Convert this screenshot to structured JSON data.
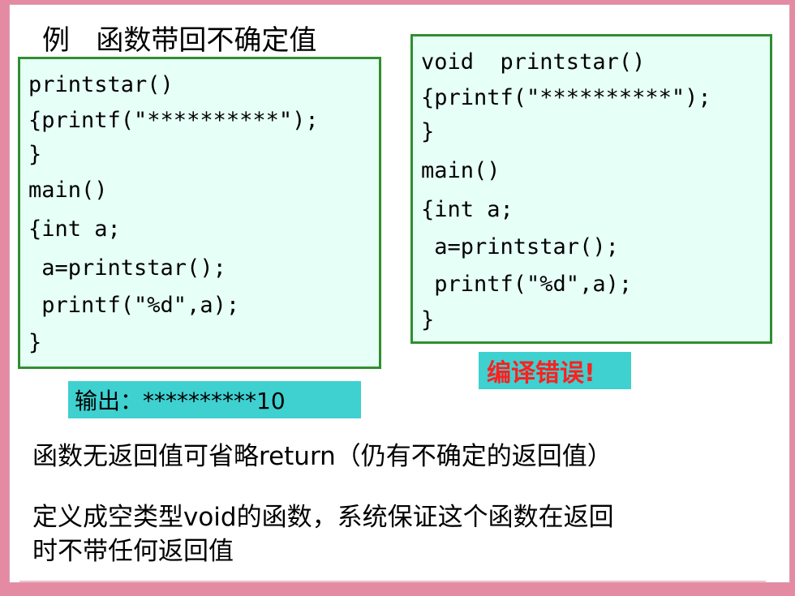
{
  "slide_title": "例   函数带回不确定值",
  "left_code": [
    "printstar()",
    "{printf(\"**********\");",
    "}",
    "main()",
    "{int a;",
    " a=printstar();",
    " printf(\"%d\",a);",
    "}"
  ],
  "right_code": [
    "void  printstar()",
    "{printf(\"**********\");",
    "}",
    "main()",
    "{int a;",
    " a=printstar();",
    " printf(\"%d\",a);",
    "}"
  ],
  "output_label": "输出：**********10",
  "error_label": "编译错误!",
  "notes": [
    "函数无返回值可省略return（仍有不确定的返回值）",
    "定义成空类型void的函数，系统保证这个函数在返回",
    "时不带任何返回值"
  ],
  "colors": {
    "background": "#e58aa3",
    "code_bg": "#e6fff7",
    "code_border": "#2f8f2f",
    "label_bg": "#3fd0d0",
    "error_text": "#ff2020"
  }
}
